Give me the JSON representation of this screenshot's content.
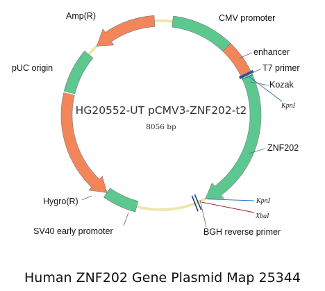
{
  "plasmid": {
    "name": "HG20552-UT pCMV3-ZNF202-t2",
    "size": "8056 bp",
    "backbone_color": "#eee6ad"
  },
  "features": [
    {
      "id": "cmv-promoter",
      "label": "CMV promoter",
      "type": "promoter",
      "color": "#5cc88f"
    },
    {
      "id": "enhancer",
      "label": "enhancer",
      "type": "enhancer",
      "color": "#f2865a"
    },
    {
      "id": "t7-primer",
      "label": "T7 primer",
      "type": "primer",
      "color": "#2453a6"
    },
    {
      "id": "kozak",
      "label": "Kozak",
      "type": "site",
      "color": "#2e7d6a"
    },
    {
      "id": "znf202",
      "label": "ZNF202",
      "type": "cds",
      "color": "#5cc88f"
    },
    {
      "id": "bgh-reverse-primer",
      "label": "BGH reverse primer",
      "type": "primer",
      "color": "#1f3f7a"
    },
    {
      "id": "sv40-early-promoter",
      "label": "SV40 early promoter",
      "type": "promoter",
      "color": "#5cc88f"
    },
    {
      "id": "hygro",
      "label": "Hygro(R)",
      "type": "marker",
      "color": "#f2865a"
    },
    {
      "id": "puc-origin",
      "label": "pUC origin",
      "type": "origin",
      "color": "#5cc88f"
    },
    {
      "id": "amp",
      "label": "Amp(R)",
      "type": "marker",
      "color": "#f2865a"
    }
  ],
  "sites": [
    {
      "id": "kpni-1",
      "label": "KpnI",
      "color": "#1f6fd1"
    },
    {
      "id": "kpni-2",
      "label": "KpnI",
      "color": "#1f6fd1"
    },
    {
      "id": "xbai",
      "label": "XbaI",
      "color": "#9b1b1b"
    }
  ],
  "caption": "Human ZNF202 Gene Plasmid Map 25344"
}
